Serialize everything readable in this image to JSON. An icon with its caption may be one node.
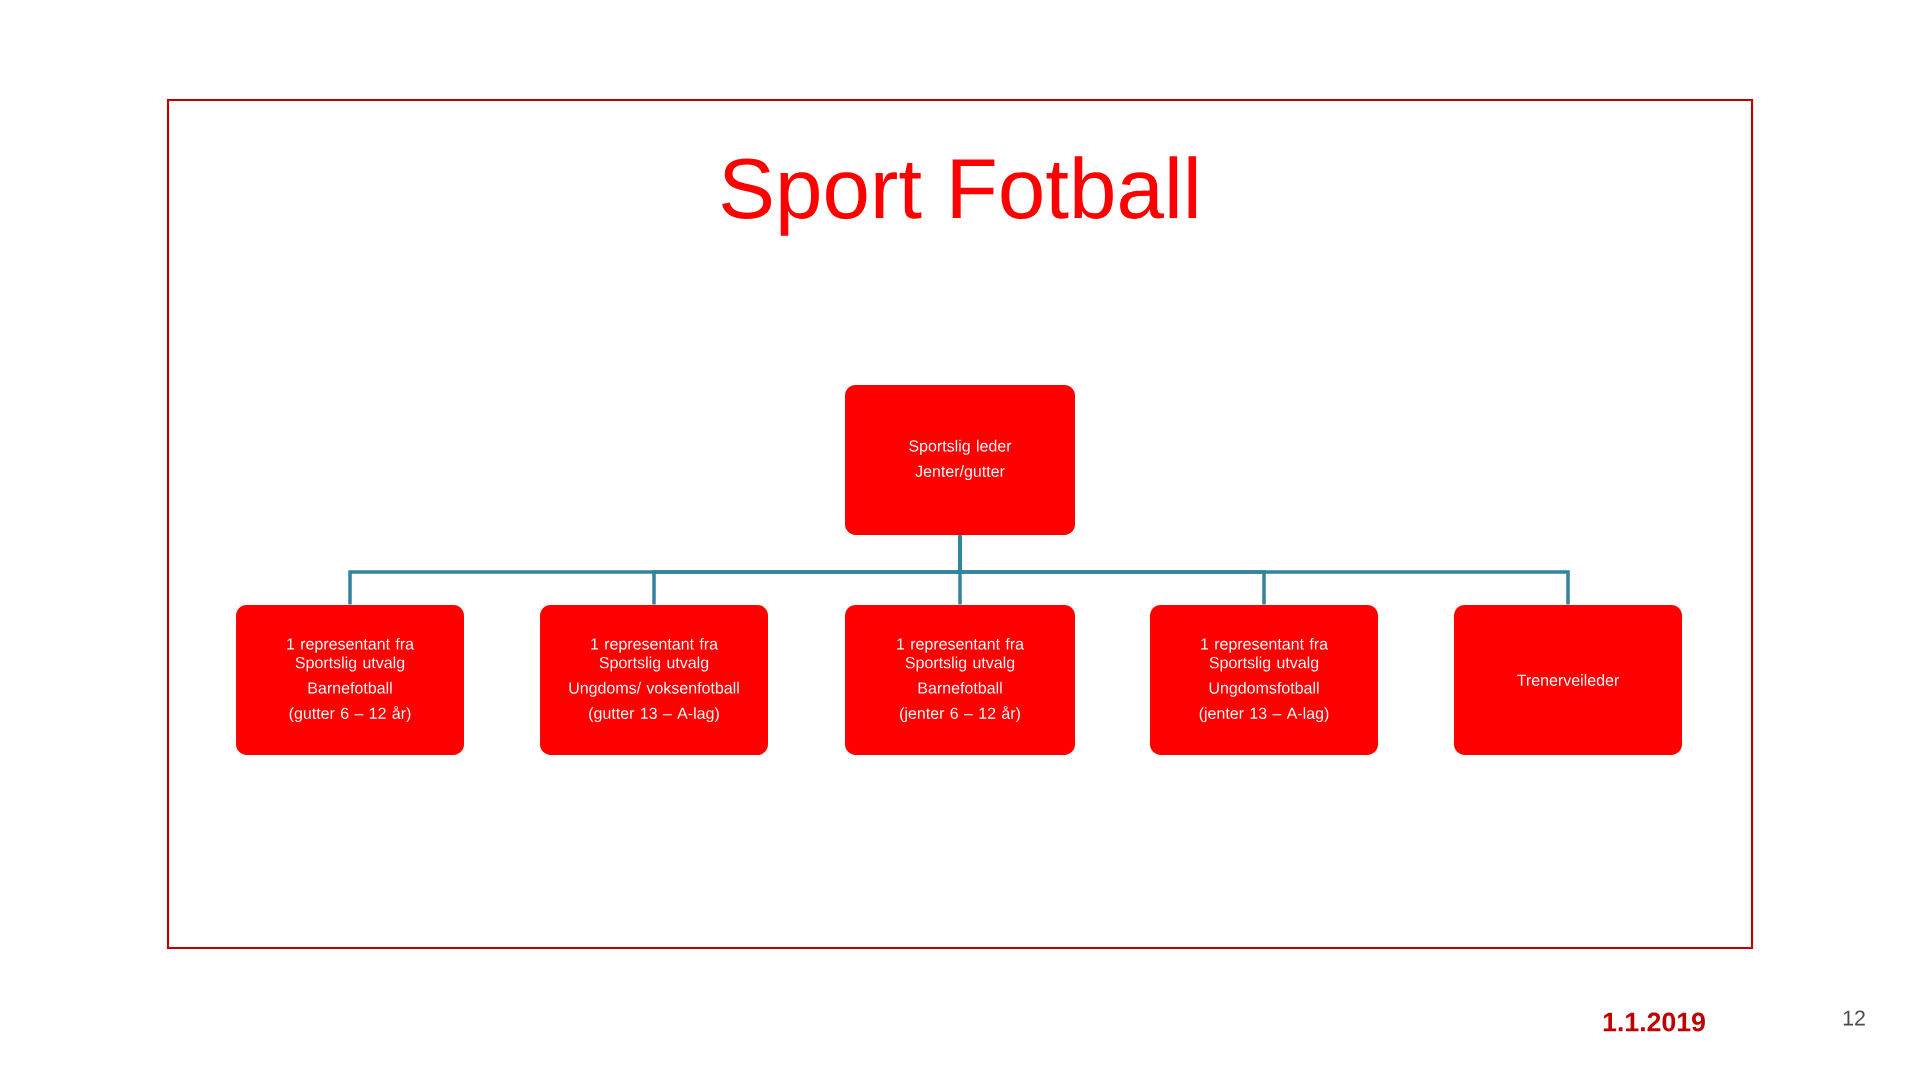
{
  "diagram": {
    "title": "Sport Fotball",
    "nodes": [
      {
        "text": [
          "Sportslig leder",
          "Jenter/gutter"
        ]
      },
      {
        "text": [
          "1 representant fra Sportslig utvalg",
          "Barnefotball",
          "(gutter 6 – 12 år)"
        ]
      },
      {
        "text": [
          "1 representant fra Sportslig utvalg",
          "Ungdoms/ voksenfotball",
          "(gutter 13 – A-lag)"
        ]
      },
      {
        "text": [
          "1 representant fra Sportslig utvalg",
          "Barnefotball",
          "(jenter 6 – 12 år)"
        ]
      },
      {
        "text": [
          "1 representant fra Sportslig utvalg",
          "Ungdomsfotball",
          "(jenter 13 – A-lag)"
        ]
      },
      {
        "text": [
          "Trenerveileder"
        ]
      }
    ],
    "edges": [
      {
        "from": 0,
        "to": 1,
        "arrow": "none"
      },
      {
        "from": 0,
        "to": 2,
        "arrow": "none"
      },
      {
        "from": 0,
        "to": 3,
        "arrow": "none"
      },
      {
        "from": 0,
        "to": 4,
        "arrow": "none"
      },
      {
        "from": 0,
        "to": 5,
        "arrow": "none"
      }
    ],
    "labels": [
      "1.1.2019",
      "12"
    ]
  }
}
